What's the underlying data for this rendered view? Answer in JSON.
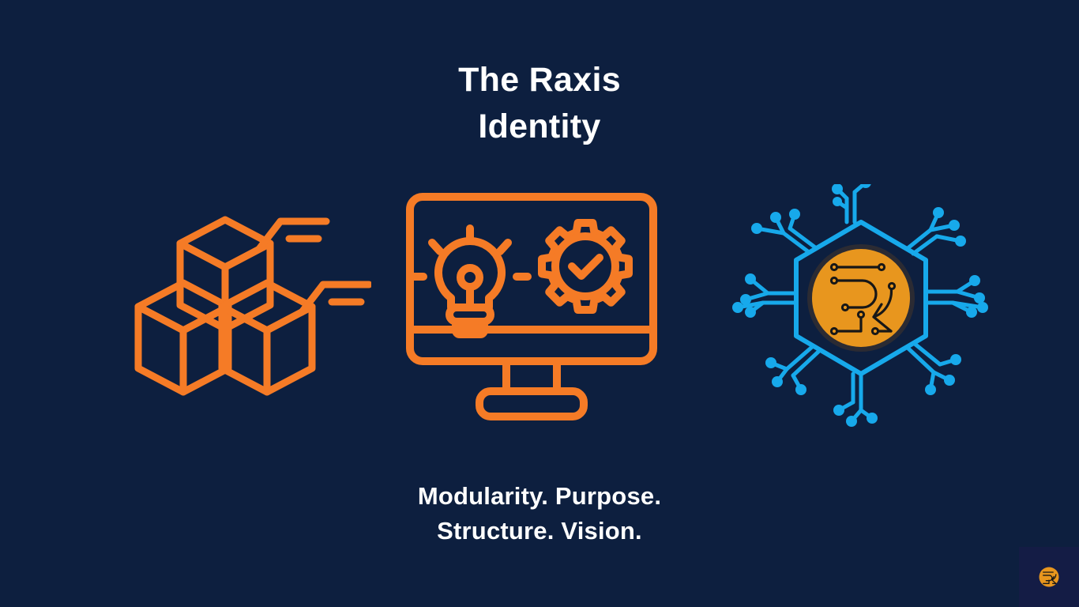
{
  "slide": {
    "background_color": "#0d1f3f",
    "accent_orange": "#f57b26",
    "logo_orange": "#e8961e",
    "circuit_cyan": "#17a9eb",
    "text_color": "#ffffff",
    "badge_panel_color": "#141c45"
  },
  "title": {
    "line1": "The Raxis",
    "line2": "Identity",
    "full": "The Raxis Identity"
  },
  "subtitle": {
    "line1": "Modularity. Purpose.",
    "line2": "Structure. Vision.",
    "full": "Modularity. Purpose. Structure. Vision."
  },
  "icons": [
    {
      "id": "modular-cubes",
      "name": "modular-cubes-icon",
      "meaning": "Modularity",
      "color": "#f57b26"
    },
    {
      "id": "monitor-idea-gear",
      "name": "monitor-idea-gear-icon",
      "meaning": "Purpose",
      "color": "#f57b26"
    },
    {
      "id": "hexagon-circuit-logo",
      "name": "hexagon-circuit-logo-icon",
      "meaning": "Vision",
      "color": "#17a9eb"
    }
  ],
  "badge": {
    "name": "raxis-logo-watermark",
    "label": "R"
  }
}
